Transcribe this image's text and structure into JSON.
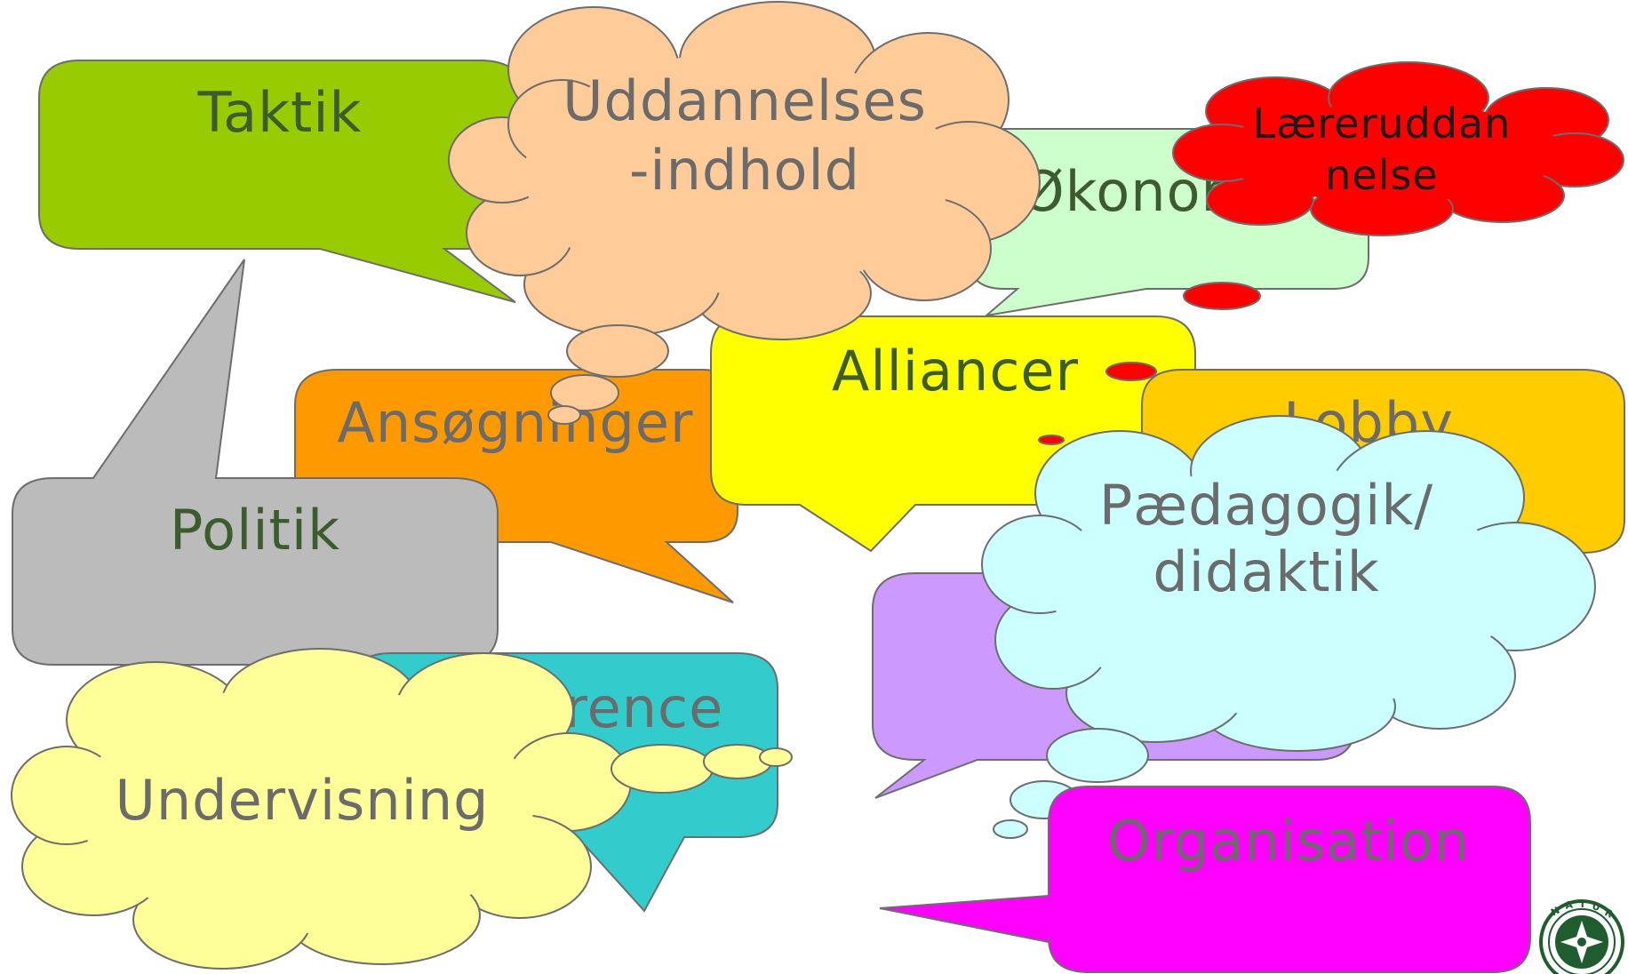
{
  "bubbles": {
    "taktik": {
      "text": "Taktik",
      "fill": "#99cc00",
      "text_color": "#3d5c2e"
    },
    "okonomi": {
      "text": "Økonomi",
      "fill": "#ccffcc",
      "text_color": "#3d5c2e"
    },
    "alliancer": {
      "text": "Alliancer",
      "fill": "#ffff00",
      "text_color": "#3d5c2e"
    },
    "ansogninger": {
      "text": "Ansøgninger",
      "fill": "#ff9900",
      "text_color": "#6b6b6b"
    },
    "lobby": {
      "text": "Lobby",
      "fill": "#ffcc00",
      "text_color": "#6b6b6b"
    },
    "politik": {
      "text": "Politik",
      "fill": "#bbbbbb",
      "text_color": "#3d5c2e"
    },
    "konference": {
      "text": "Konference",
      "fill": "#33cccc",
      "text_color": "#6b6b6b"
    },
    "netvaerk": {
      "text": "",
      "fill": "#cc99ff",
      "text_color": "#6b6b6b"
    },
    "organisation": {
      "text": "Organisation",
      "fill": "#ff00ff",
      "text_color": "#6b6b6b"
    }
  },
  "clouds": {
    "uddannelses": {
      "line1": "Uddannelses",
      "line2": "-indhold",
      "fill": "#ffcc99",
      "text_color": "#6b6b6b"
    },
    "laereruddannelse": {
      "line1": "Læreruddan",
      "line2": "nelse",
      "fill": "#ff0000",
      "text_color": "#1a1a1a"
    },
    "paedagogik": {
      "line1": "Pædagogik/",
      "line2": "didaktik",
      "fill": "#ccffff",
      "text_color": "#6b6b6b"
    },
    "undervisning": {
      "line1": "Undervisning",
      "fill": "#ffff99",
      "text_color": "#6b6b6b"
    }
  },
  "logo": {
    "name": "university-seal-logo",
    "color": "#1f5c2e"
  }
}
